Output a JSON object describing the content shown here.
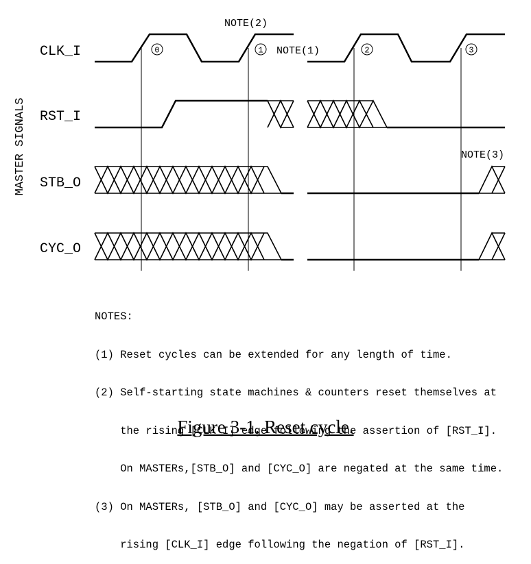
{
  "y_axis_label": "MASTER SIGNALS",
  "signals": [
    {
      "name": "CLK_I"
    },
    {
      "name": "RST_I"
    },
    {
      "name": "STB_O"
    },
    {
      "name": "CYC_O"
    }
  ],
  "clock_edge_labels": [
    "0",
    "1",
    "2",
    "3"
  ],
  "waveform_notes": {
    "note2": "NOTE(2)",
    "note1": "NOTE(1)",
    "note3": "NOTE(3)"
  },
  "notes": {
    "heading": "NOTES:",
    "items": [
      {
        "lines": [
          "(1) Reset cycles can be extended for any length of time."
        ]
      },
      {
        "lines": [
          "(2) Self-starting state machines & counters reset themselves at",
          "    the rising [CLK_I] edge following the assertion of [RST_I].",
          "    On MASTERs,[STB_O] and [CYC_O] are negated at the same time."
        ]
      },
      {
        "lines": [
          "(3) On MASTERs, [STB_O] and [CYC_O] may be asserted at the",
          "    rising [CLK_I] edge following the negation of [RST_I]."
        ]
      }
    ]
  },
  "figure_caption": "Figure 3-1.  Reset cycle."
}
